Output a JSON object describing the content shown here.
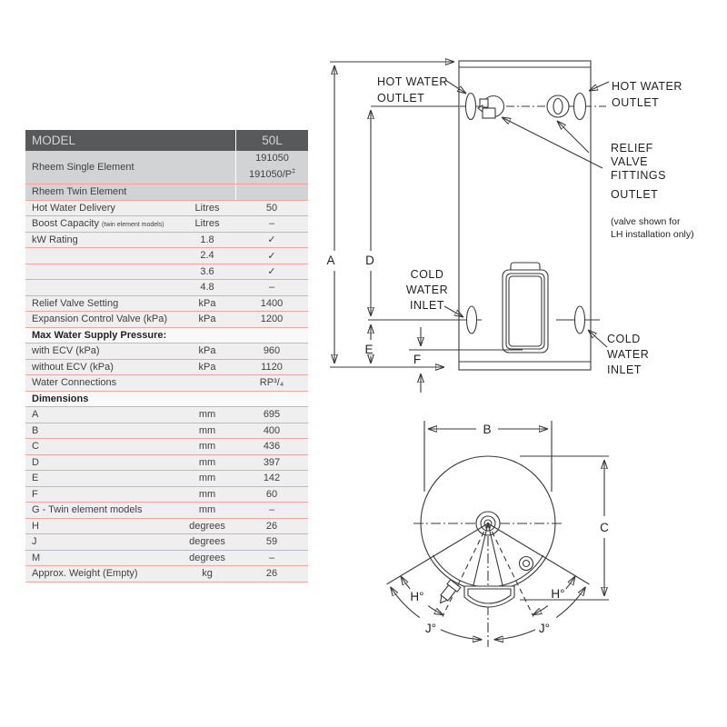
{
  "table": {
    "header": {
      "model": "MODEL",
      "size": "50L"
    },
    "rows": [
      {
        "style": "model",
        "label": "Rheem Single Element",
        "value": "191050",
        "value2": "191050/P",
        "value2_sup": "‡"
      },
      {
        "style": "gray",
        "label": "Rheem Twin Element"
      },
      {
        "label": "Hot Water Delivery",
        "unit": "Litres",
        "value": "50"
      },
      {
        "label": "Boost Capacity ",
        "note": "(twin element models)",
        "unit": "Litres",
        "value": "–"
      },
      {
        "label": "kW Rating",
        "unit": "1.8",
        "value": "✓"
      },
      {
        "unit": "2.4",
        "value": "✓"
      },
      {
        "unit": "3.6",
        "value": "✓"
      },
      {
        "unit": "4.8",
        "value": "–"
      },
      {
        "label": "Relief Valve Setting",
        "unit": "kPa",
        "value": "1400"
      },
      {
        "label": "Expansion Control Valve (kPa)",
        "unit": "kPa",
        "value": "1200"
      },
      {
        "style": "section",
        "label": "Max Water Supply Pressure:"
      },
      {
        "label": "with ECV (kPa)",
        "unit": "kPa",
        "value": "960"
      },
      {
        "label": "without ECV (kPa)",
        "unit": "kPa",
        "value": "1120"
      },
      {
        "label": "Water Connections",
        "value": "RP³/₄"
      },
      {
        "style": "section",
        "label": "Dimensions"
      },
      {
        "label": "A",
        "unit": "mm",
        "value": "695"
      },
      {
        "label": "B",
        "unit": "mm",
        "value": "400"
      },
      {
        "label": "C",
        "unit": "mm",
        "value": "436"
      },
      {
        "label": "D",
        "unit": "mm",
        "value": "397"
      },
      {
        "label": "E",
        "unit": "mm",
        "value": "142"
      },
      {
        "label": "F",
        "unit": "mm",
        "value": "60"
      },
      {
        "label": "G - Twin element models",
        "unit": "mm",
        "value": "–"
      },
      {
        "label": "H",
        "unit": "degrees",
        "value": "26"
      },
      {
        "label": "J",
        "unit": "degrees",
        "value": "59"
      },
      {
        "label": "M",
        "unit": "degrees",
        "value": "–"
      },
      {
        "label": "Approx. Weight (Empty)",
        "unit": "kg",
        "value": "26"
      }
    ]
  },
  "front_view": {
    "labels": {
      "hot_water_outlet": [
        "HOT WATER",
        "OUTLET"
      ],
      "relief_valve": [
        "RELIEF",
        "VALVE",
        "FITTINGS",
        "OUTLET"
      ],
      "valve_note": [
        "(valve shown for",
        "LH installation only)"
      ],
      "cold_water_inlet": [
        "COLD",
        "WATER",
        "INLET"
      ]
    },
    "dims": {
      "A": "A",
      "D": "D",
      "E": "E",
      "F": "F"
    }
  },
  "plan_view": {
    "dims": {
      "B": "B",
      "C": "C",
      "H": "H°",
      "J": "J°"
    }
  },
  "colors": {
    "header_bg": "#58595b",
    "header_text": "#d4d5d6",
    "row_gray_bg": "#d1d3d4",
    "row_light_bg": "#efeff0",
    "row_separator": "#f2a59e",
    "table_text": "#414042",
    "diagram_line": "#3a3a3a"
  }
}
